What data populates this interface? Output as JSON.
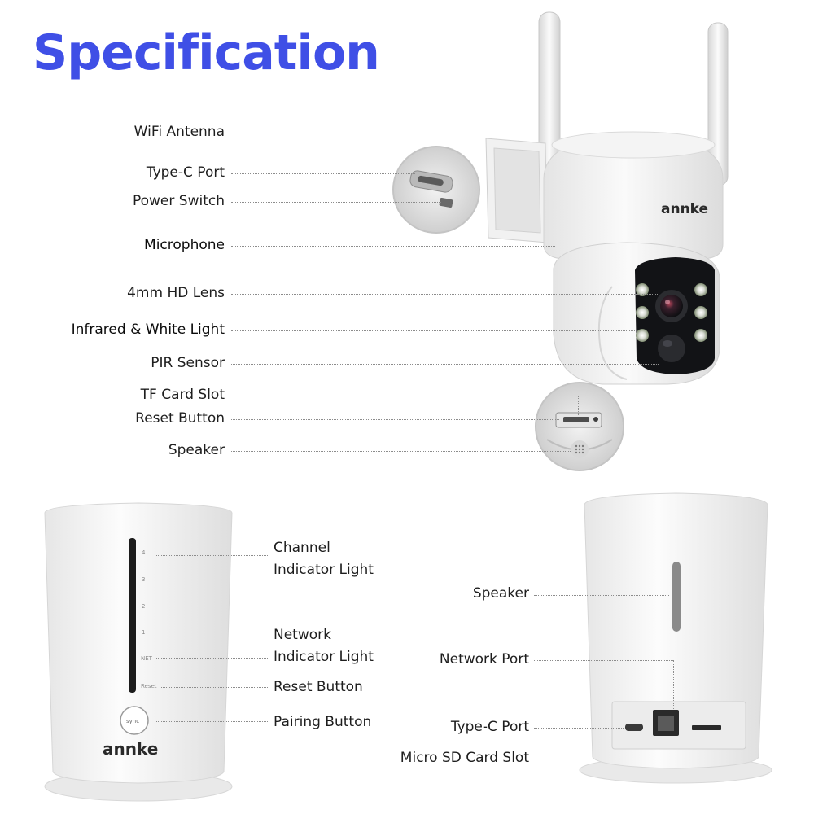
{
  "page": {
    "title": "Specification"
  },
  "camera": {
    "brand": "annke",
    "labels": {
      "wifi_antenna": "WiFi Antenna",
      "type_c_port": "Type-C Port",
      "power_switch": "Power Switch",
      "microphone": "Microphone",
      "lens": "4mm HD Lens",
      "ir_white_light": "Infrared & White Light",
      "pir_sensor": "PIR Sensor",
      "tf_card_slot": "TF Card Slot",
      "reset_button": "Reset Button",
      "speaker": "Speaker"
    }
  },
  "base_front": {
    "brand": "annke",
    "channel_marks": [
      "4",
      "3",
      "2",
      "1"
    ],
    "net_mark": "NET",
    "reset_mark": "Reset",
    "sync_mark": "sync",
    "labels": {
      "channel_line1": "Channel",
      "channel_line2": "Indicator Light",
      "network_line1": "Network",
      "network_line2": "Indicator Light",
      "reset_button": "Reset Button",
      "pairing_button": "Pairing Button"
    }
  },
  "base_back": {
    "labels": {
      "speaker": "Speaker",
      "network_port": "Network Port",
      "type_c_port": "Type-C Port",
      "micro_sd": "Micro SD Card Slot"
    }
  },
  "colors": {
    "title_blue": "#3f4fe6",
    "label_text": "#1e1e1e"
  }
}
